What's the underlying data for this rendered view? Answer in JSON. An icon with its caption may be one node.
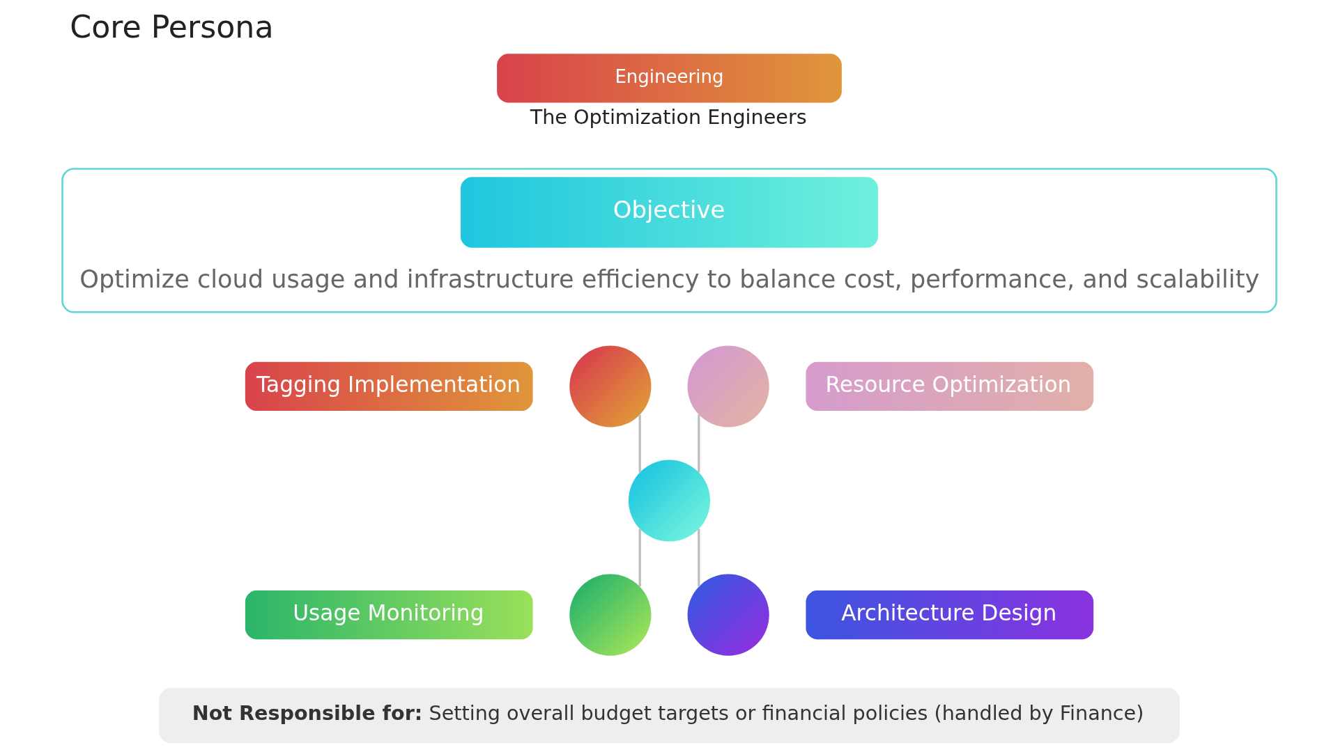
{
  "diagram": {
    "title": "Core Persona",
    "nodes": [
      {
        "text": [
          "Engineering"
        ],
        "beside": [
          "The Optimization Engineers"
        ]
      },
      {
        "text": [
          "Objective",
          "Optimize cloud usage and infrastructure efficiency to balance cost, performance, and scalability"
        ]
      },
      {
        "text": [
          "Tagging Implementation"
        ]
      },
      {
        "text": [],
        "shape": "circle"
      },
      {
        "text": [],
        "shape": "circle"
      },
      {
        "text": [
          "Resource Optimization"
        ]
      },
      {
        "text": [],
        "shape": "circle"
      },
      {
        "text": [
          "Usage Monitoring"
        ]
      },
      {
        "text": [],
        "shape": "circle"
      },
      {
        "text": [],
        "shape": "circle"
      },
      {
        "text": [
          "Architecture Design"
        ]
      },
      {
        "text": [
          "**Not Responsible for:** Setting overall budget targets or financial policies (handled by Finance)"
        ]
      }
    ],
    "edges": [
      {
        "from": 3,
        "to": 6,
        "arrow": "none"
      },
      {
        "from": 4,
        "to": 6,
        "arrow": "none"
      },
      {
        "from": 6,
        "to": 8,
        "arrow": "none"
      },
      {
        "from": 6,
        "to": 9,
        "arrow": "none"
      }
    ]
  }
}
